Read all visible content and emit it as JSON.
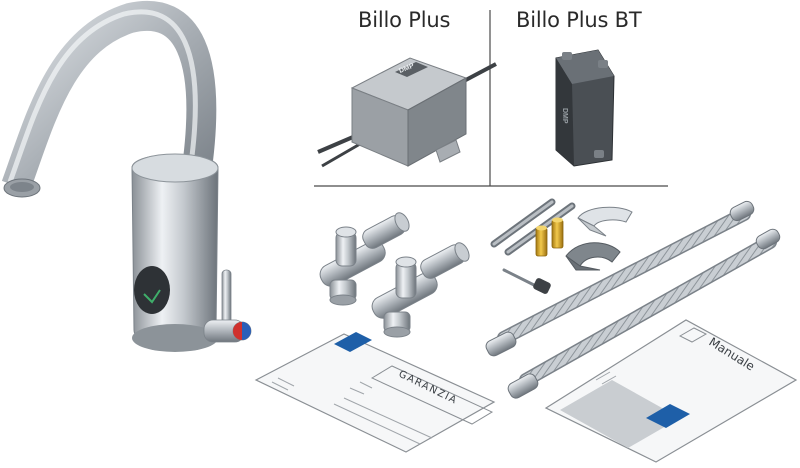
{
  "headings": {
    "left": "Billo Plus",
    "right": "Billo Plus BT"
  },
  "labels": {
    "brand": "DMP",
    "warranty": "GARANZIA",
    "manual": "Manuale"
  },
  "colors": {
    "steel_light": "#e4e8ec",
    "steel_mid": "#b3b9bf",
    "steel_dark": "#6d747b",
    "brand_blue": "#1e5fa8",
    "hot_red": "#d0312d",
    "cold_blue": "#2a5fb8",
    "brass": "#d9a526",
    "box_grey": "#8d9296",
    "box_dark": "#3d4145"
  }
}
